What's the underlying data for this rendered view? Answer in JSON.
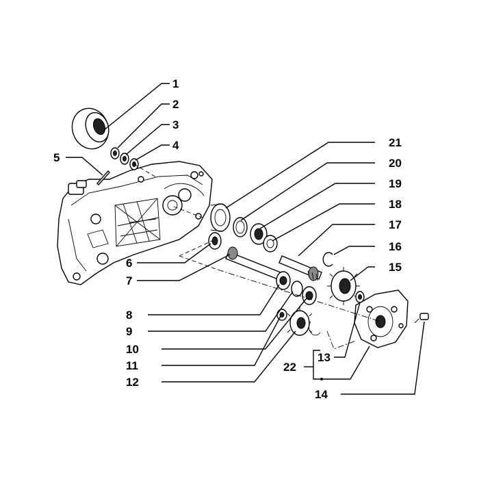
{
  "callouts": [
    {
      "label": "1"
    },
    {
      "label": "2"
    },
    {
      "label": "3"
    },
    {
      "label": "4"
    },
    {
      "label": "5"
    },
    {
      "label": "6"
    },
    {
      "label": "7"
    },
    {
      "label": "8"
    },
    {
      "label": "9"
    },
    {
      "label": "10"
    },
    {
      "label": "11"
    },
    {
      "label": "12"
    },
    {
      "label": "13"
    },
    {
      "label": "14"
    },
    {
      "label": "15"
    },
    {
      "label": "16"
    },
    {
      "label": "17"
    },
    {
      "label": "18"
    },
    {
      "label": "19"
    },
    {
      "label": "20"
    },
    {
      "label": "21"
    },
    {
      "label": "22"
    }
  ]
}
